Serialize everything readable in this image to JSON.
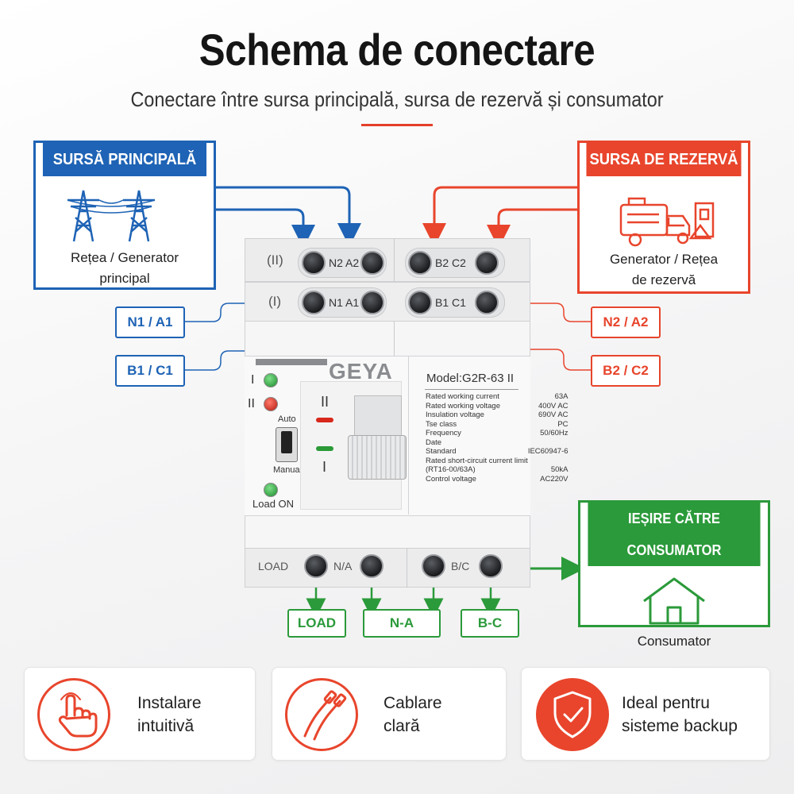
{
  "title": "Schema de conectare",
  "subtitle": "Conectare între sursa principală, sursa de rezervă și consumator",
  "colors": {
    "blue": "#1e63b5",
    "red": "#e8452c",
    "green": "#2b9a3a",
    "accent": "#e3402a"
  },
  "main_source": {
    "header": "SURSĂ PRINCIPALĂ",
    "label_line1": "Rețea / Generator",
    "label_line2": "principal",
    "icon": "power-tower-icon"
  },
  "backup_source": {
    "header": "SURSA DE REZERVĂ",
    "label_line1": "Generator / Rețea",
    "label_line2": "de rezervă",
    "icon": "generator-icon"
  },
  "output": {
    "header": "IEȘIRE CĂTRE CONSUMATOR",
    "label": "Consumator",
    "icon": "house-icon"
  },
  "tags_left": [
    "N1 / A1",
    "B1 / C1"
  ],
  "tags_right": [
    "N2 / A2",
    "B2 / C2"
  ],
  "tags_bottom": [
    "LOAD",
    "N-A",
    "B-C"
  ],
  "device": {
    "row2_mark": "(II)",
    "row2_left_label": "N2 A2",
    "row2_right_label": "B2 C2",
    "row1_mark": "(I)",
    "row1_left_label": "N1 A1",
    "row1_right_label": "B1 C1",
    "brand": "GEYA",
    "led_1_label": "I",
    "led_2_label": "II",
    "auto_label": "Auto",
    "manual_label": "Manual",
    "load_on_label": "Load ON",
    "switch_pos_top": "II",
    "switch_pos_bottom": "I",
    "model": "Model:G2R-63  II",
    "specs": [
      {
        "k": "Rated working current",
        "v": "63A"
      },
      {
        "k": "Rated working voltage",
        "v": "400V AC"
      },
      {
        "k": "Insulation voltage",
        "v": "690V AC"
      },
      {
        "k": "Tse class",
        "v": "PC"
      },
      {
        "k": "Frequency",
        "v": "50/60Hz"
      },
      {
        "k": "Date",
        "v": ""
      },
      {
        "k": "Standard",
        "v": "IEC60947-6"
      },
      {
        "k": "Rated short-circuit current limit",
        "v": ""
      },
      {
        "k": "(RT16-00/63A)",
        "v": "50kA"
      },
      {
        "k": "Control voltage",
        "v": "AC220V"
      }
    ],
    "bottom_load": "LOAD",
    "bottom_na": "N/A",
    "bottom_bc": "B/C"
  },
  "features": [
    {
      "line1": "Instalare",
      "line2": "intuitivă",
      "icon": "hand-pointer-icon"
    },
    {
      "line1": "Cablare",
      "line2": "clară",
      "icon": "cable-icon"
    },
    {
      "line1": "Ideal pentru",
      "line2": "sisteme backup",
      "icon": "shield-check-icon"
    }
  ]
}
